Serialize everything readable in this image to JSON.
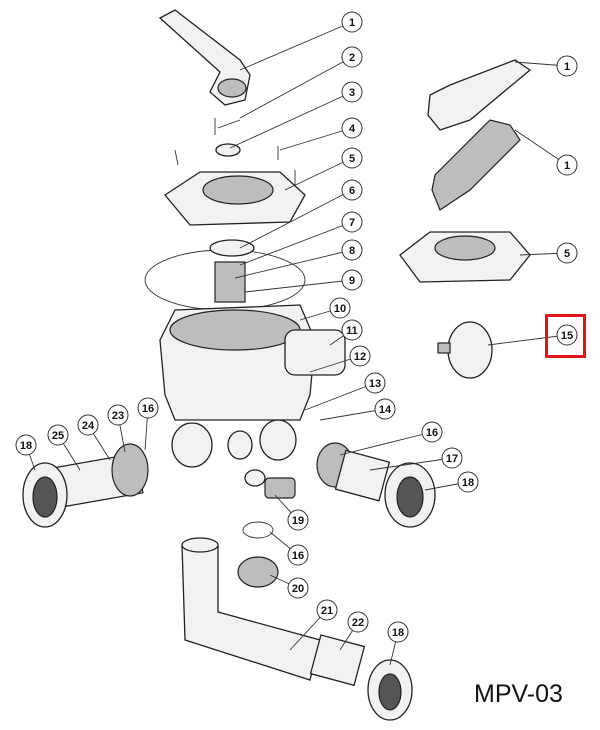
{
  "model_label": "MPV-03",
  "highlighted_part": "15",
  "highlight_color": "#e0141e",
  "callouts": [
    "1",
    "2",
    "3",
    "4",
    "5",
    "6",
    "7",
    "8",
    "9",
    "10",
    "11",
    "12",
    "13",
    "14",
    "16",
    "17",
    "18",
    "16",
    "23",
    "24",
    "25",
    "18",
    "19",
    "16",
    "20",
    "21",
    "22",
    "18",
    "1",
    "1",
    "5",
    "15"
  ]
}
